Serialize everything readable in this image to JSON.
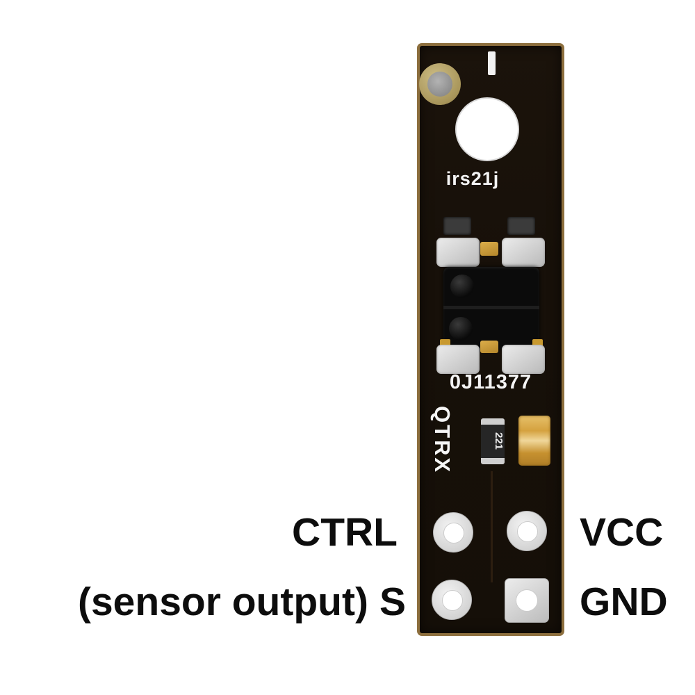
{
  "image": {
    "background_color": "#ffffff",
    "description": "Pinout photo of a QTRX single-channel reflectance sensor PCB"
  },
  "board": {
    "silkscreen": {
      "sensor_label": "irs21j",
      "serial_number": "0J11377",
      "product_name": "QTRX"
    },
    "components": {
      "resistor_code": "221"
    },
    "colors": {
      "substrate": "#171009",
      "edge_plating": "#8d6f3e",
      "silkscreen": "#f5f5f5",
      "pad_silver": "#cfcfcf",
      "capacitor_gold": "#d5a23f"
    }
  },
  "pins": {
    "ctrl": {
      "label": "CTRL",
      "side": "left"
    },
    "vcc": {
      "label": "VCC",
      "side": "right"
    },
    "s": {
      "prefix": "(sensor output)",
      "label": "S",
      "side": "left"
    },
    "gnd": {
      "label": "GND",
      "side": "right"
    }
  },
  "label_color": "#0d0d0d"
}
